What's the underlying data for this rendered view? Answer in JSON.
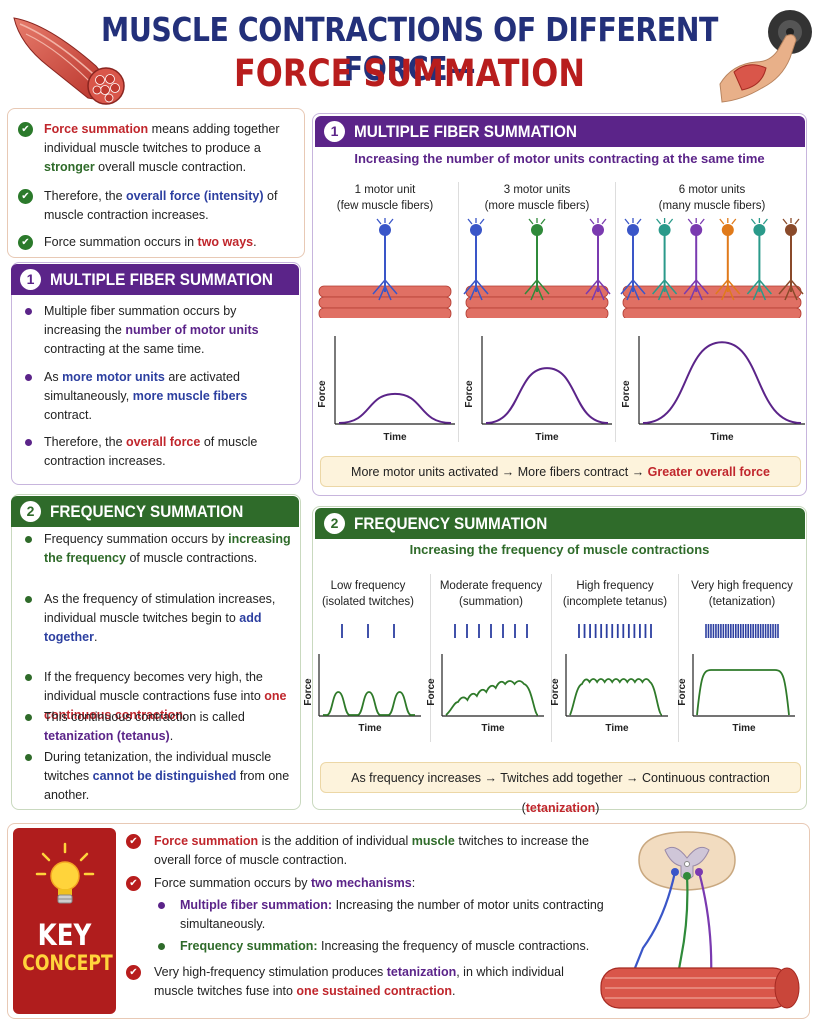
{
  "header": {
    "title_line1": "MUSCLE CONTRACTIONS OF DIFFERENT FORCE—",
    "title_line2": "FORCE SUMMATION"
  },
  "intro": {
    "items": [
      {
        "parts": [
          {
            "t": "Force summation",
            "c": "red"
          },
          {
            "t": " means adding together individual muscle twitches to produce a "
          },
          {
            "t": "stronger",
            "c": "green"
          },
          {
            "t": " overall muscle contraction."
          }
        ]
      },
      {
        "parts": [
          {
            "t": "Therefore, the "
          },
          {
            "t": "overall force (intensity)",
            "c": "blue"
          },
          {
            "t": " of muscle contraction increases."
          }
        ]
      },
      {
        "parts": [
          {
            "t": "Force summation occurs in "
          },
          {
            "t": "two ways",
            "c": "red"
          },
          {
            "t": "."
          }
        ]
      }
    ]
  },
  "left_multiple": {
    "number": "1",
    "title": "MULTIPLE FIBER SUMMATION",
    "items": [
      {
        "parts": [
          {
            "t": "Multiple fiber summation occurs by increasing the "
          },
          {
            "t": "number of motor units",
            "c": "purple"
          },
          {
            "t": " contracting at the same time."
          }
        ]
      },
      {
        "parts": [
          {
            "t": "As "
          },
          {
            "t": "more motor units",
            "c": "blue"
          },
          {
            "t": " are activated simultaneously, "
          },
          {
            "t": "more muscle fibers",
            "c": "blue"
          },
          {
            "t": " contract."
          }
        ]
      },
      {
        "parts": [
          {
            "t": "Therefore, the "
          },
          {
            "t": "overall force",
            "c": "red"
          },
          {
            "t": " of muscle contraction increases."
          }
        ]
      }
    ]
  },
  "left_frequency": {
    "number": "2",
    "title": "FREQUENCY SUMMATION",
    "items": [
      {
        "parts": [
          {
            "t": "Frequency summation occurs by "
          },
          {
            "t": "increasing the frequency",
            "c": "green"
          },
          {
            "t": " of muscle contractions."
          }
        ]
      },
      {
        "parts": [
          {
            "t": "As the frequency of stimulation increases, individual muscle twitches begin to "
          },
          {
            "t": "add together",
            "c": "blue"
          },
          {
            "t": "."
          }
        ]
      },
      {
        "parts": [
          {
            "t": "If the frequency becomes very high, the individual muscle contractions fuse into "
          },
          {
            "t": "one continuous contraction",
            "c": "red"
          },
          {
            "t": "."
          }
        ]
      },
      {
        "parts": [
          {
            "t": "This continuous contraction is called "
          },
          {
            "t": "tetanization (tetanus)",
            "c": "purple"
          },
          {
            "t": "."
          }
        ]
      },
      {
        "parts": [
          {
            "t": "During tetanization, the individual muscle twitches "
          },
          {
            "t": "cannot be distinguished",
            "c": "blue"
          },
          {
            "t": " from one another."
          }
        ]
      }
    ]
  },
  "right_multiple": {
    "number": "1",
    "title": "MULTIPLE FIBER SUMMATION",
    "subtitle": "Increasing the number of motor units contracting at the same time",
    "columns": [
      {
        "line1": "1 motor unit",
        "line2": "(few muscle fibers)",
        "neuron_colors": [
          "#3a56c8"
        ],
        "peak": 0.35
      },
      {
        "line1": "3 motor units",
        "line2": "(more muscle fibers)",
        "neuron_colors": [
          "#3a56c8",
          "#2f8a3a",
          "#7a3ab0"
        ],
        "peak": 0.65
      },
      {
        "line1": "6 motor units",
        "line2": "(many muscle fibers)",
        "neuron_colors": [
          "#3a56c8",
          "#2a9a8a",
          "#7a3ab0",
          "#e07a1a",
          "#2a9a8a",
          "#8a4a2a"
        ],
        "peak": 0.95
      }
    ],
    "y_axis": "Force",
    "x_axis": "Time",
    "summary_parts": [
      {
        "t": "More motor units activated  →  More fibers contract  →  "
      },
      {
        "t": "Greater overall force",
        "c": "red"
      }
    ]
  },
  "right_frequency": {
    "number": "2",
    "title": "FREQUENCY SUMMATION",
    "subtitle": "Increasing the frequency of muscle contractions",
    "columns": [
      {
        "line1": "Low frequency",
        "line2": "(isolated twitches)",
        "ticks": 3,
        "mode": "isolated"
      },
      {
        "line1": "Moderate frequency",
        "line2": "(summation)",
        "ticks": 7,
        "mode": "summation"
      },
      {
        "line1": "High frequency",
        "line2": "(incomplete tetanus)",
        "ticks": 14,
        "mode": "incomplete"
      },
      {
        "line1": "Very high frequency",
        "line2": "(tetanization)",
        "ticks": 30,
        "mode": "tetanus"
      }
    ],
    "y_axis": "Force",
    "x_axis": "Time",
    "summary_parts": [
      {
        "t": "As frequency increases → Twitches add together → Continuous contraction ("
      },
      {
        "t": "tetanization",
        "c": "red"
      },
      {
        "t": ")"
      }
    ]
  },
  "key_concept": {
    "label_key": "KEY",
    "label_concept": "CONCEPT",
    "items": [
      {
        "bullet": "check",
        "parts": [
          {
            "t": "Force summation",
            "c": "red"
          },
          {
            "t": " is the addition of individual "
          },
          {
            "t": "muscle",
            "c": "green"
          },
          {
            "t": " twitches to increase the overall force of muscle contraction."
          }
        ]
      },
      {
        "bullet": "check",
        "parts": [
          {
            "t": "Force summation occurs by "
          },
          {
            "t": "two mechanisms",
            "c": "purple"
          },
          {
            "t": ":"
          }
        ]
      },
      {
        "bullet": "dot-purple",
        "parts": [
          {
            "t": "Multiple fiber summation:",
            "c": "purple"
          },
          {
            "t": " Increasing the number of motor units contracting simultaneously."
          }
        ]
      },
      {
        "bullet": "dot-green",
        "parts": [
          {
            "t": "Frequency summation:",
            "c": "green"
          },
          {
            "t": " Increasing the frequency of muscle contractions."
          }
        ]
      },
      {
        "bullet": "check",
        "parts": [
          {
            "t": "Very high-frequency stimulation produces "
          },
          {
            "t": "tetanization",
            "c": "purple"
          },
          {
            "t": ", in which individual muscle twitches fuse into "
          },
          {
            "t": "one sustained contraction",
            "c": "red"
          },
          {
            "t": "."
          }
        ]
      }
    ]
  },
  "colors": {
    "purple": "#5b2489",
    "green": "#2f6b2a",
    "red": "#b81d1d",
    "navy": "#23307a"
  }
}
